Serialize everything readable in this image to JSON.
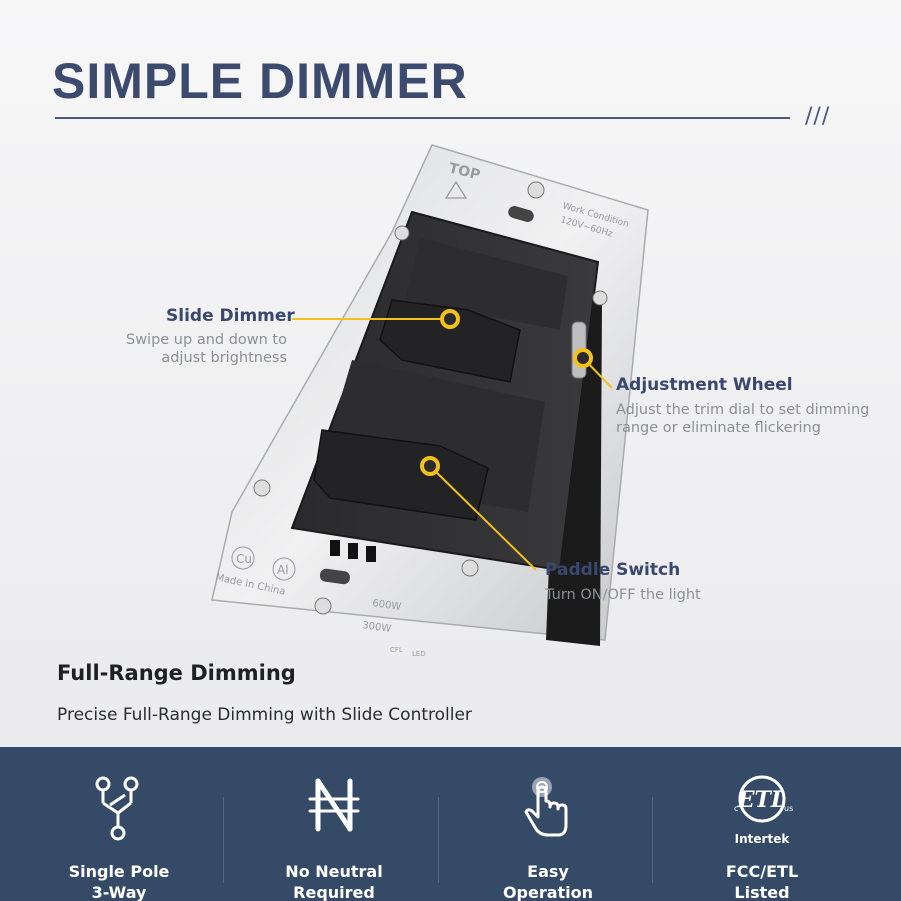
{
  "header": {
    "title": "SIMPLE DIMMER",
    "decor": "///"
  },
  "device": {
    "top_label": "TOP",
    "work_condition": "Work Condition",
    "voltage": "120V~60Hz",
    "made_in": "Made in China",
    "cu_mark": "Cu",
    "al_mark": "Al",
    "rating_led": "600W",
    "rating_cfl": "300W",
    "cfl_label": "CFL",
    "led_label": "LED"
  },
  "callouts": {
    "slide_dimmer": {
      "title": "Slide Dimmer",
      "desc_1": "Swipe up and down to",
      "desc_2": "adjust brightness"
    },
    "adjustment_wheel": {
      "title": "Adjustment Wheel",
      "desc_1": "Adjust the trim dial to set dimming",
      "desc_2": "range or eliminate flickering"
    },
    "paddle_switch": {
      "title": "Paddle Switch",
      "desc_1": "Turn ON/OFF the light"
    }
  },
  "feature": {
    "title": "Full-Range Dimming",
    "desc": "Precise Full-Range Dimming with Slide Controller"
  },
  "badges": [
    {
      "icon": "switch-3way-icon",
      "line1": "Single Pole",
      "line2": "3-Way"
    },
    {
      "icon": "no-neutral-icon",
      "line1": "No Neutral",
      "line2": "Required"
    },
    {
      "icon": "tap-hand-icon",
      "line1": "Easy",
      "line2": "Operation"
    },
    {
      "icon": "etl-logo",
      "line1": "FCC/ETL",
      "line2": "Listed",
      "logo_text": "ETL",
      "logo_sub": "Intertek"
    }
  ],
  "colors": {
    "accent": "#f2c21b",
    "navy_text": "#3a4870",
    "band": "#354a66"
  }
}
